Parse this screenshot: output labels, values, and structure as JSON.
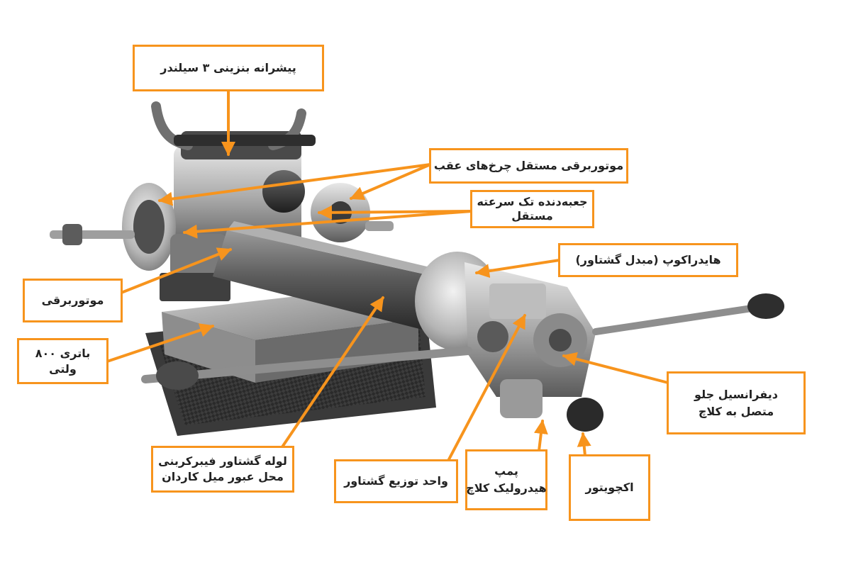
{
  "accent_color": "#f7941d",
  "labels": {
    "engine": "پیشرانه بنزینی ۳ سیلندر",
    "rear_motor": "موتوربرقی مستقل چرخ‌های عقب",
    "gearbox_line1": "جعبه‌دنده تک سرعته",
    "gearbox_line2": "مستقل",
    "hydrocoupe": "هایدراکوپ (مبدل گشتاور)",
    "electric_motor": "موتوربرقی",
    "battery_line1": "باتری ۸۰۰",
    "battery_line2": "ولتی",
    "differential_line1": "دیفرانسیل جلو",
    "differential_line2": "متصل به کلاچ",
    "carbon_tube_line1": "لوله گشتاور فیبرکربنی",
    "carbon_tube_line2": "محل عبور میل کاردان",
    "torque_unit": "واحد توزیع گشتاور",
    "pump_line1": "پمپ",
    "pump_line2": "هیدرولیک کلاچ",
    "actuator": "اکچویتور"
  }
}
